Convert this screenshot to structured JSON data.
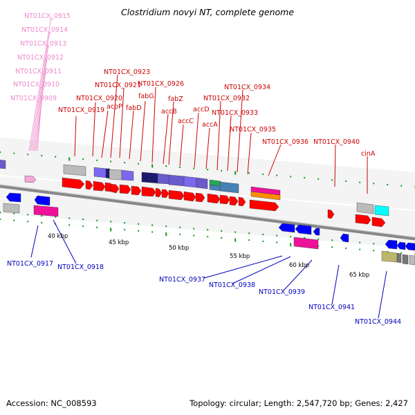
{
  "title": "Clostridium novyi NT, complete genome",
  "footer": {
    "accession": "Accession: NC_008593",
    "topology": "Topology: circular; Length: 2,547,720 bp; Genes: 2,427"
  },
  "colors": {
    "forward_label": "#cc0000",
    "reverse_label": "#0000bb",
    "faded_label": "#ee88cc",
    "backbone": "#777777",
    "tick": "#119911"
  },
  "scale_ticks": [
    "40 kbp",
    "45 kbp",
    "50 kbp",
    "55 kbp",
    "60 kbp",
    "65 kbp"
  ],
  "faded_labels": [
    "NT01CX_0915",
    "NT01CX_0914",
    "NT01CX_0913",
    "NT01CX_0912",
    "NT01CX_0911",
    "NT01CX_0910",
    "NT01CX_0909"
  ],
  "forward_labels": [
    "NT01CX_0923",
    "NT01CX_0921",
    "NT01CX_0926",
    "NT01CX_0920",
    "acpP",
    "fabG",
    "NT01CX_0934",
    "NT01CX_0932",
    "fabZ",
    "NT01CX_0919",
    "fabD",
    "accD",
    "accB",
    "NT01CX_0933",
    "accC",
    "accA",
    "NT01CX_0935",
    "NT01CX_0936",
    "NT01CX_0940",
    "cinA"
  ],
  "reverse_labels": [
    "NT01CX_0917",
    "NT01CX_0918",
    "NT01CX_0937",
    "NT01CX_0938",
    "NT01CX_0939",
    "NT01CX_0941",
    "NT01CX_0944"
  ]
}
